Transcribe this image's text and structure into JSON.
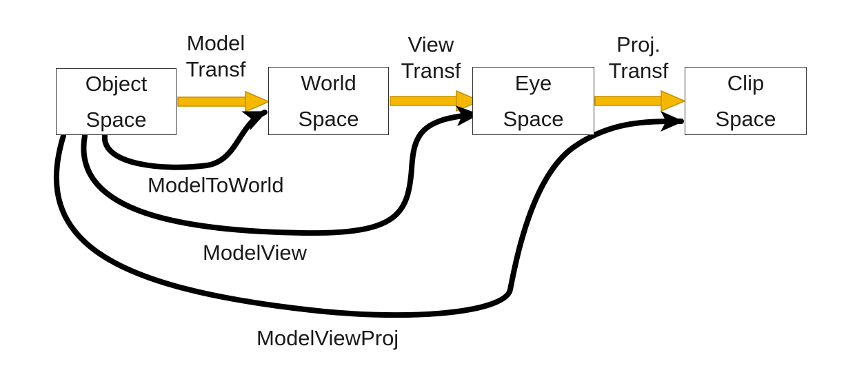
{
  "colors": {
    "box_border": "#333333",
    "transform_arrow_fill": "#f5b800",
    "transform_arrow_stroke": "#c58f00",
    "composite_curve": "#000000"
  },
  "spaces": [
    {
      "line1": "Object",
      "line2": "Space"
    },
    {
      "line1": "World",
      "line2": "Space"
    },
    {
      "line1": "Eye",
      "line2": "Space"
    },
    {
      "line1": "Clip",
      "line2": "Space"
    }
  ],
  "transforms": [
    {
      "line1": "Model",
      "line2": "Transf"
    },
    {
      "line1": "View",
      "line2": "Transf"
    },
    {
      "line1": "Proj.",
      "line2": "Transf"
    }
  ],
  "composites": [
    {
      "label": "ModelToWorld"
    },
    {
      "label": "ModelView"
    },
    {
      "label": "ModelViewProj"
    }
  ]
}
